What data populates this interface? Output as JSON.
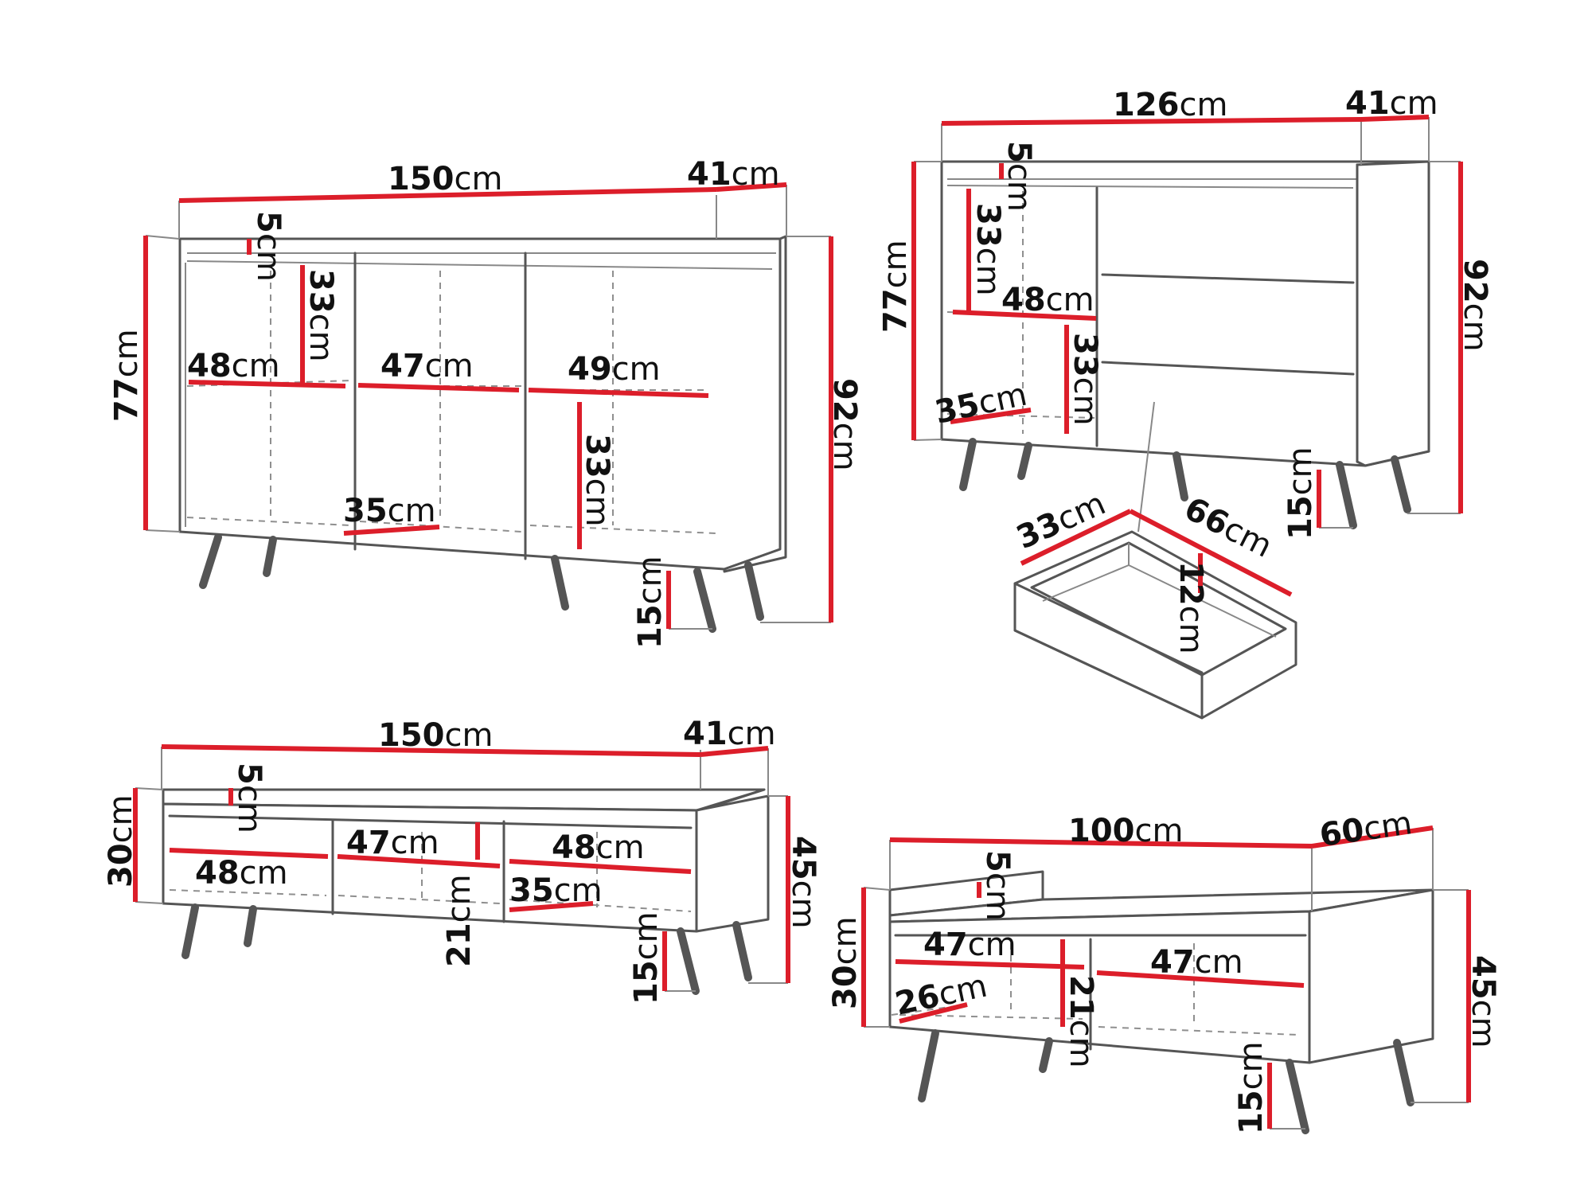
{
  "colors": {
    "dimension_line": "#dc1e2a",
    "outline": "#555555",
    "background": "#ffffff"
  },
  "cm": "cm",
  "sideboard_large": {
    "width": "150",
    "depth": "41",
    "top": "5",
    "height_body": "77",
    "height_total": "92",
    "legs": "15",
    "shelf_left": "48",
    "shelf_mid": "47",
    "shelf_right": "49",
    "gap_upper": "33",
    "gap_lower": "33",
    "inner_depth": "35"
  },
  "sideboard_small": {
    "width": "126",
    "depth": "41",
    "top": "5",
    "gap_upper": "33",
    "shelf": "48",
    "gap_lower": "33",
    "inner_depth": "35",
    "height_body": "77",
    "height_total": "92",
    "legs": "15"
  },
  "drawer": {
    "depth": "33",
    "width": "66",
    "height": "12"
  },
  "tv_stand": {
    "width": "150",
    "depth": "41",
    "top": "5",
    "height_body": "30",
    "height_total": "45",
    "shelf_left": "48",
    "shelf_mid": "47",
    "shelf_right": "48",
    "gap": "21",
    "inner_depth": "35",
    "legs": "15"
  },
  "coffee_table": {
    "width": "100",
    "depth": "60",
    "top": "5",
    "height_body": "30",
    "height_total": "45",
    "shelf_left": "47",
    "shelf_right": "47",
    "inner_depth": "26",
    "gap": "21",
    "legs": "15"
  }
}
